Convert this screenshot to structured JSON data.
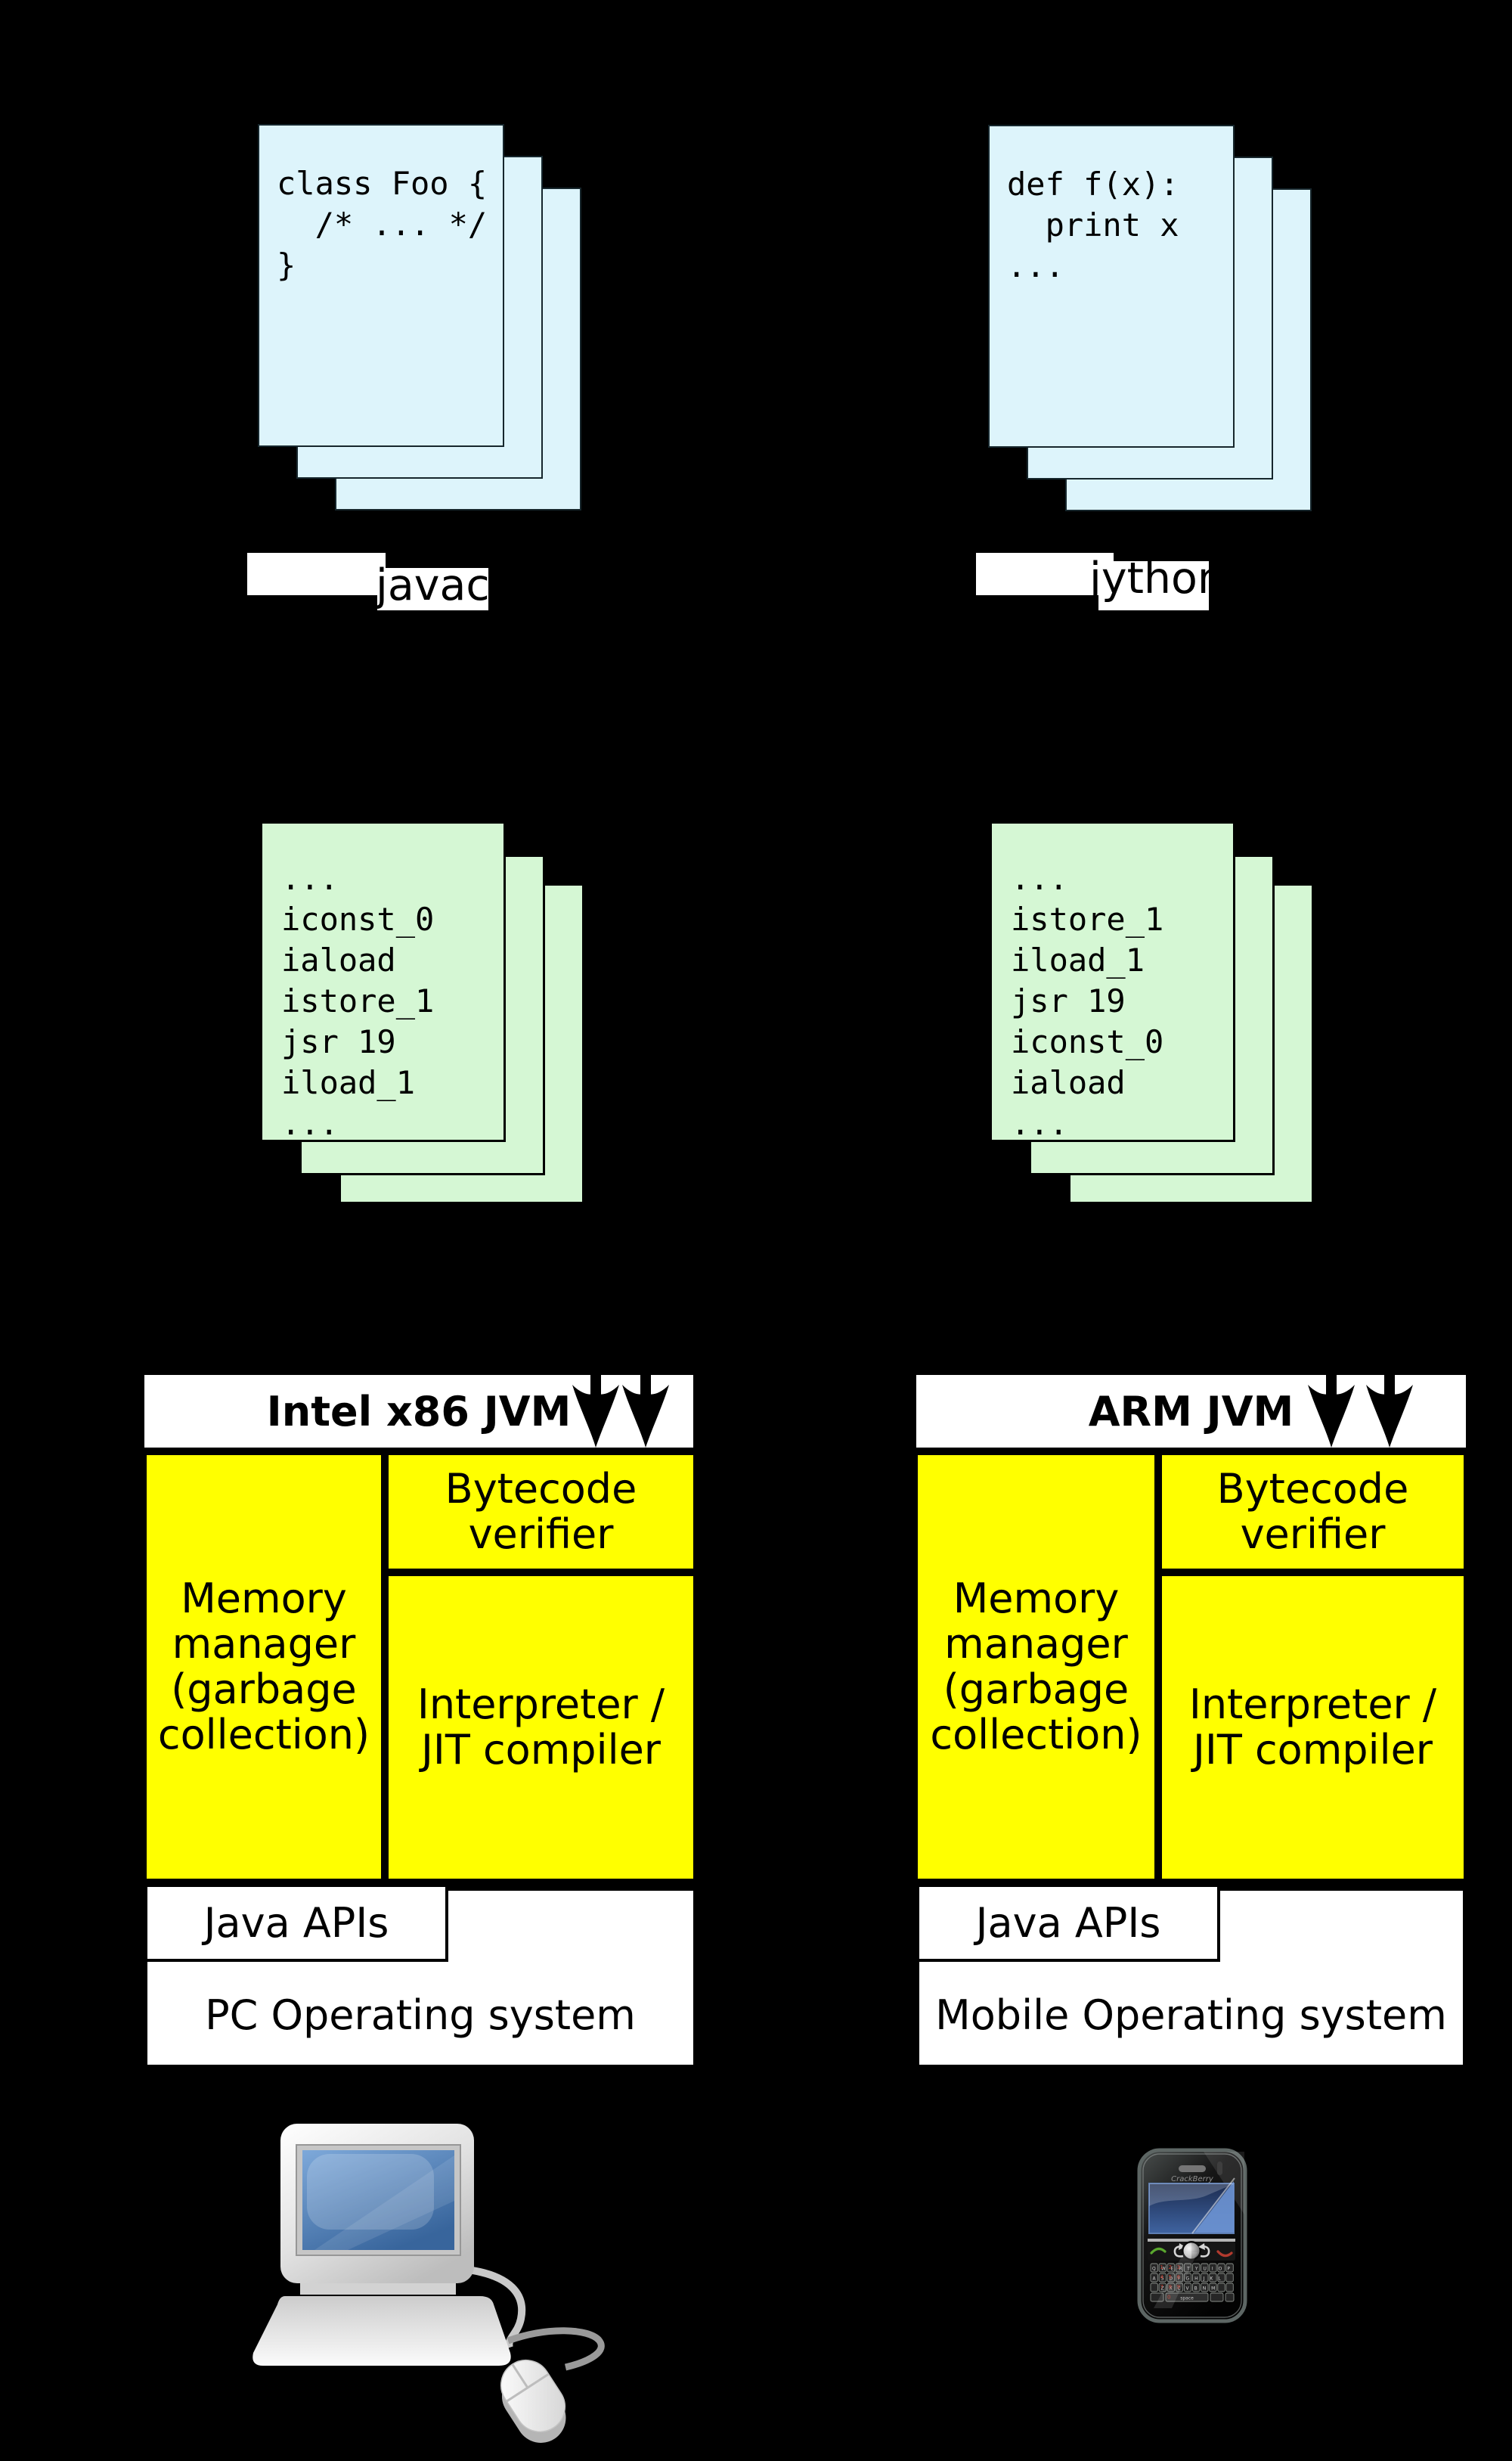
{
  "colors": {
    "background": "#000000",
    "source_page": "#ddf4fb",
    "bytecode_page": "#d5f7d4",
    "jvm_box": "#ffff00",
    "panel": "#ffffff",
    "ink": "#000000"
  },
  "left": {
    "source_code": "class Foo {\n  /* ... */\n}",
    "compiler": "javac",
    "bytecode": "...\niconst_0\niaload\nistore_1\njsr 19\niload_1\n...",
    "jvm_title": "Intel x86 JVM",
    "memory_manager": "Memory\nmanager\n(garbage\ncollection)",
    "bytecode_verifier": "Bytecode\nverifier",
    "interpreter": "Interpreter /\nJIT compiler",
    "java_apis": "Java APIs",
    "os": "PC Operating system"
  },
  "right": {
    "source_code": "def f(x):\n  print x\n...",
    "compiler": "jython",
    "bytecode": "...\nistore_1\niload_1\njsr 19\niconst_0\niaload\n...",
    "jvm_title": "ARM JVM",
    "memory_manager": "Memory\nmanager\n(garbage\ncollection)",
    "bytecode_verifier": "Bytecode\nverifier",
    "interpreter": "Interpreter /\nJIT compiler",
    "java_apis": "Java APIs",
    "os": "Mobile Operating system"
  },
  "phone": {
    "brand": "CrackBerry",
    "space_key": "space"
  }
}
